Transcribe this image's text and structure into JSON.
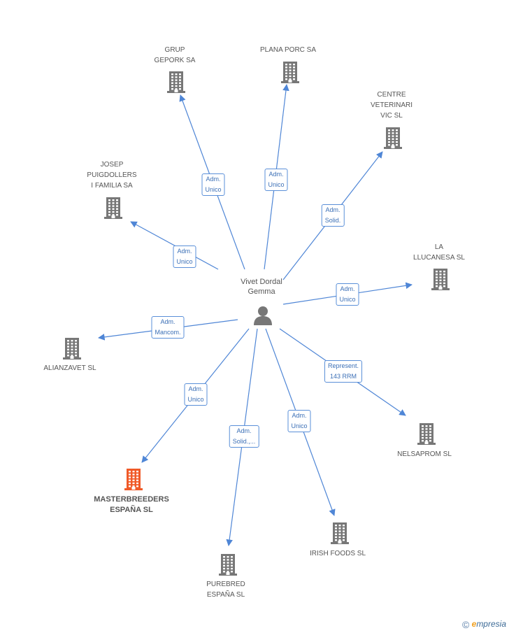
{
  "center": {
    "name": "Vivet Dordal\nGemma"
  },
  "colors": {
    "edge": "#4f86d6",
    "node": "#777777",
    "highlight": "#f05a28"
  },
  "nodes": [
    {
      "id": "grup-gepork",
      "name": "GRUP\nGEPORK SA",
      "highlight": false
    },
    {
      "id": "plana-porc",
      "name": "PLANA PORC SA",
      "highlight": false
    },
    {
      "id": "centre-veterinari",
      "name": "CENTRE\nVETERINARI\nVIC SL",
      "highlight": false
    },
    {
      "id": "josep-puigdollers",
      "name": "JOSEP\nPUIGDOLLERS\nI FAMILIA SA",
      "highlight": false
    },
    {
      "id": "la-llucanesa",
      "name": "LA\nLLUCANESA SL",
      "highlight": false
    },
    {
      "id": "alianzavet",
      "name": "ALIANZAVET SL",
      "highlight": false
    },
    {
      "id": "nelsaprom",
      "name": "NELSAPROM SL",
      "highlight": false
    },
    {
      "id": "masterbreeders",
      "name": "MASTERBREEDERS\nESPAÑA SL",
      "highlight": true
    },
    {
      "id": "irish-foods",
      "name": "IRISH FOODS SL",
      "highlight": false
    },
    {
      "id": "purebred",
      "name": "PUREBRED\nESPAÑA SL",
      "highlight": false
    }
  ],
  "edges": [
    {
      "to": "grup-gepork",
      "label": "Adm.\nUnico"
    },
    {
      "to": "plana-porc",
      "label": "Adm.\nUnico"
    },
    {
      "to": "centre-veterinari",
      "label": "Adm.\nSolid."
    },
    {
      "to": "josep-puigdollers",
      "label": "Adm.\nUnico"
    },
    {
      "to": "la-llucanesa",
      "label": "Adm.\nUnico"
    },
    {
      "to": "alianzavet",
      "label": "Adm.\nMancom."
    },
    {
      "to": "nelsaprom",
      "label": "Represent.\n143 RRM"
    },
    {
      "to": "masterbreeders",
      "label": "Adm.\nUnico"
    },
    {
      "to": "irish-foods",
      "label": "Adm.\nUnico"
    },
    {
      "to": "purebred",
      "label": "Adm.\nSolid.,..."
    }
  ],
  "footer": {
    "symbol": "©",
    "brand_initial": "e",
    "brand_rest": "mpresia"
  }
}
